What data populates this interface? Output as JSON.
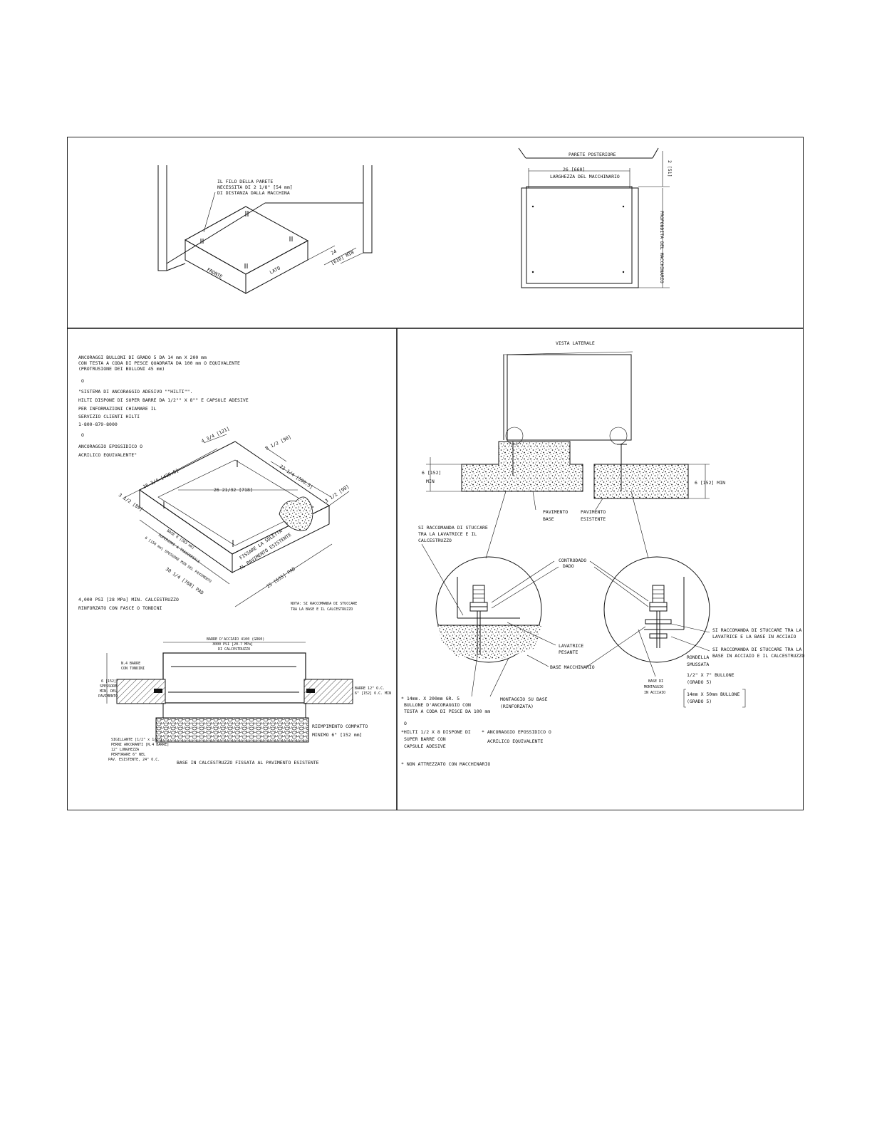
{
  "iso_top": {
    "wall_note": [
      "IL FILO DELLA PARETE",
      "NECESSITA DI 2 1/8\" [54 mm]",
      "DI DISTANZA DALLA MACCHINA"
    ],
    "front_label": "FRONTE",
    "side_label": "LATO",
    "clearance": [
      "24",
      "[610] MIN"
    ]
  },
  "plan_top": {
    "rear_wall": "PARETE POSTERIORE",
    "width_dim": [
      "26 [660]",
      "LARGHEZZA DEL MACCHINARIO"
    ],
    "rear_clear": "2 [51]",
    "depth_dim": "PROFONDITA DEL MACCHINARIO"
  },
  "pad": {
    "anchor_note": [
      "ANCORAGGI BULLONI DI GRADO 5 DA 14 mm X 200 mm",
      "CON TESTA A CODA DI PESCE QUADRATA DA 100 mm O EQUIVALENTE",
      "(PROTRUSIONE DEI BULLONI 45 mm)"
    ],
    "or1": "O",
    "hilti_note": [
      "\"SISTEMA DI ANCORAGGIO ADESIVO \"\"HILTI\"\".",
      "HILTI DISPONE DI SUPER BARRE DA 1/2\"\" X 8\"\" E CAPSULE ADESIVE",
      "PER INFORMAZIONI CHIAMARE IL",
      "SERVIZIO CLIENTI HILTI",
      "1-800-879-8000"
    ],
    "or2": "O",
    "epoxy_note": [
      "ANCORAGGIO EPOSSIDICO O",
      "ACRILICO EQUIVALENTE\""
    ],
    "dims": {
      "d1": "4 3/4 [121]",
      "d2": "3 1/2 [90]",
      "d3": "16 3/4 [425.5]",
      "d4": "23 1/4 [590.5]",
      "d5": "26 21/32 [718]",
      "d6": "3 1/2 [89]",
      "d7": "3 1/2 [90]",
      "base_h": "BASE 8 [203 mm]",
      "base_h2": "SUPERIORE A TRASVERSALE",
      "slab": "6 [150 mm] SPESSORE MIN DEL PAVIMENTO",
      "pad_w": "30 1/4 [768] PAD",
      "pad_d": "25 [635] PAD"
    },
    "fix_note": [
      "FISSARE LA SOLETTA",
      "AL PAVIMENTO ESISTENTE"
    ],
    "concrete_note": [
      "4,000 PSI [28 MPa] MIN. CALCESTRUZZO",
      "RINFORZATO CON FASCE O TONDINI"
    ],
    "grout_note": [
      "NOTA: SI RACCOMANDA DI STUCCARE",
      "TRA LA BASE E IL CALCESTRUZZO"
    ]
  },
  "section": {
    "top_note": [
      "BARRE D'ACCIAIO 4100 (GR60)",
      "3000 PSI [20.7 MPa]",
      "DI CALCESTRUZZO"
    ],
    "left_top": [
      "N.4 BARRE",
      "CON TONDINI"
    ],
    "left_mid": [
      "6 [152]",
      "SPESSORE",
      "MIN. DEL",
      "PAVIMENTO"
    ],
    "right_mid": [
      "BARRE 12\" O.C.",
      "6\" [152] O.C. MIN"
    ],
    "fill_note": [
      "RIEMPIMENTO COMPATTO",
      "MINIMO 6\" [152 mm]"
    ],
    "bottom_left": [
      "SIGILLANTE [1/2\" x 1/2\"]",
      "PERNI ANCORANTI [N.4 BARRE]",
      "12\" LUNGHEZZA",
      "PERFORARE 6\" NEL",
      "PAV. ESISTENTE, 24\" O.C."
    ],
    "caption": "BASE IN CALCESTRUZZO FISSATA AL PAVIMENTO ESISTENTE"
  },
  "side": {
    "title": "VISTA LATERALE",
    "slab_left": [
      "6 [152]",
      "MIN"
    ],
    "slab_right": "6 [152] MIN",
    "pav_base": [
      "PAVIMENTO",
      "BASE"
    ],
    "pav_exist": [
      "PAVIMENTO",
      "ESISTENTE"
    ],
    "grout_note": [
      "SI RACCOMANDA DI STUCCARE",
      "TRA LA LAVATRICE E IL",
      "CALCESTRUZZO"
    ],
    "nut_label": [
      "CONTRODADO",
      "DADO"
    ],
    "right_note1": [
      "SI RACCOMANDA DI STUCCARE TRA LA",
      "LAVATRICE E LA BASE IN ACCIAIO"
    ],
    "right_note2": [
      "SI RACCOMANDA DI STUCCARE TRA LA",
      "BASE IN ACCIAIO E IL CALCESTRUZZO"
    ],
    "washer": [
      "RONDELLA",
      "SMUSSATA"
    ],
    "heavy": [
      "LAVATRICE",
      "PESANTE"
    ],
    "base_mach": "BASE MACCHINARIO",
    "steel_base": [
      "BASE DI",
      "MONTAGGIO",
      "IN ACCIAIO"
    ],
    "bolt1": [
      "1/2\" X 7\" BULLONE",
      "(GRADO 5)"
    ],
    "bolt2": [
      "14mm X 50mm BULLONE",
      "(GRADO 5)"
    ],
    "note_a": [
      "* 14mm. X 200mm GR. 5",
      "BULLONE D'ANCORAGGIO CON",
      "TESTA A CODA DI PESCE DA 100 mm"
    ],
    "note_b": [
      "MONTAGGIO SU BASE",
      "(RINFORZATA)"
    ],
    "or": "O",
    "note_c": [
      "*HILTI 1/2 X 8 DISPONE DI",
      "SUPER BARRE CON",
      "CAPSULE ADESIVE"
    ],
    "note_d": [
      "* ANCORAGGIO EPOSSIDICO O",
      "ACRILICO EQUIVALENTE"
    ],
    "note_e": "* NON ATTREZZATO CON MACCHINARIO"
  }
}
